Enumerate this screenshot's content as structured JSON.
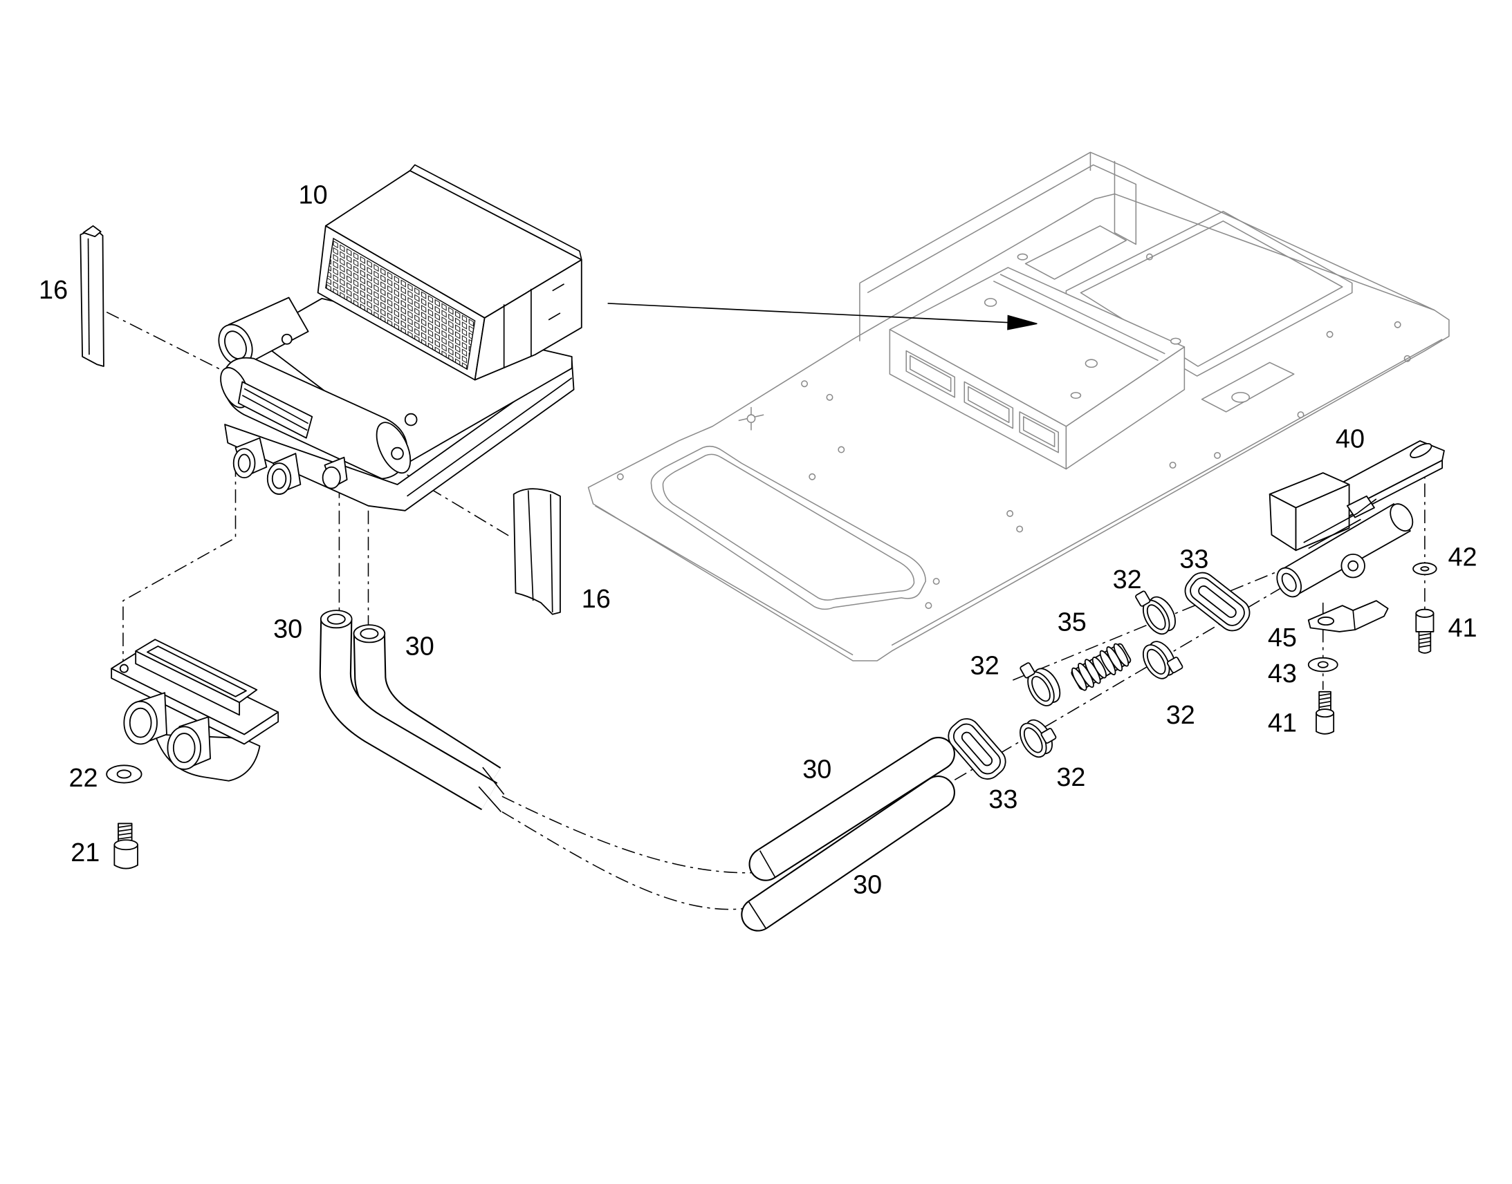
{
  "callouts": {
    "heater_unit": "10",
    "cover_left": "16",
    "cover_right": "16",
    "hose_top_left": "30",
    "hose_top_right": "30",
    "hose_lower_upper": "30",
    "hose_lower_lower": "30",
    "washer_left": "22",
    "screw_left": "21",
    "valve_bracket": "40",
    "washer_right": "42",
    "screw_right": "41",
    "clip": "45",
    "washer_mid": "43",
    "screw_mid": "41",
    "grommet_upper": "33",
    "clamp_upper": "32",
    "connector": "35",
    "clamp_left": "32",
    "clamp_right": "32",
    "grommet_lower": "33",
    "clamp_lower": "32"
  }
}
